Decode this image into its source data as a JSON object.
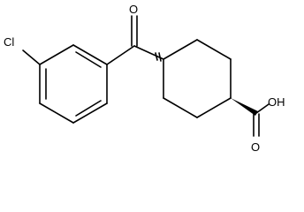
{
  "molecule": {
    "atoms": {
      "chlorine": "Cl",
      "ketone_oxygen": "O",
      "carboxyl_oxygen": "O",
      "hydroxyl": "OH"
    }
  }
}
